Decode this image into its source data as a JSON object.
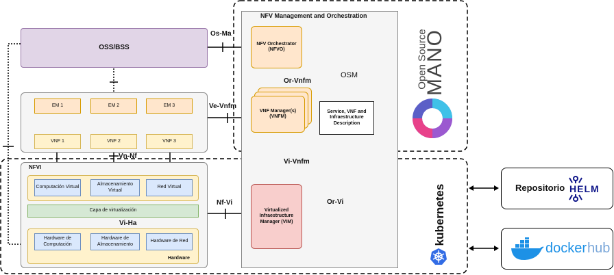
{
  "nfv_mano": {
    "title": "NFV Management and Orchestration",
    "nfvo": "NFV Orchestrator (NFVO)",
    "vnfm": "VNF Manager(s) (VNFM)",
    "osm": "OSM",
    "description": "Service, VNF and Infraestructure Description"
  },
  "oss": "OSS/BSS",
  "em": [
    "EM 1",
    "EM 2",
    "EM 3"
  ],
  "vnf": [
    "VNF 1",
    "VNF 2",
    "VNF 3"
  ],
  "nfvi": {
    "title": "NFVI",
    "virtual": [
      "Computación Virtual",
      "Almacenamiento Virtual",
      "Red Virtual"
    ],
    "layer": "Capa de virtualización",
    "hardware": [
      "Hardware de Computación",
      "Hardware de Almacenamiento",
      "Hardware de Red"
    ],
    "hardware_label": "Hardware"
  },
  "vim": "Virtualized Infraestructure Manager (VIM)",
  "interfaces": {
    "os_ma": "Os-Ma",
    "or_vnfm": "Or-Vnfm",
    "ve_vnfm": "Ve-Vnfm",
    "vn_nf": "Vn-Nf",
    "vi_vnfm": "Vi-Vnfm",
    "nf_vi": "Nf-Vi",
    "or_vi": "Or-Vi",
    "vi_ha": "Vi-Ha"
  },
  "logos": {
    "open_source": "Open Source",
    "mano": "MANO",
    "kubernetes": "kubernetes",
    "repo": "Repositorio",
    "helm": "HELM",
    "docker": "docker",
    "hub": "hub"
  },
  "colors": {
    "orange_fill": "#ffe6cc",
    "yellow_fill": "#fff2cc",
    "blue_fill": "#dae8fc",
    "green_fill": "#d5e8d4",
    "purple_fill": "#e1d5e7",
    "red_fill": "#f8cecc",
    "helm": "#0f1689",
    "docker": "#1d91e6",
    "kubernetes": "#326ce5"
  }
}
